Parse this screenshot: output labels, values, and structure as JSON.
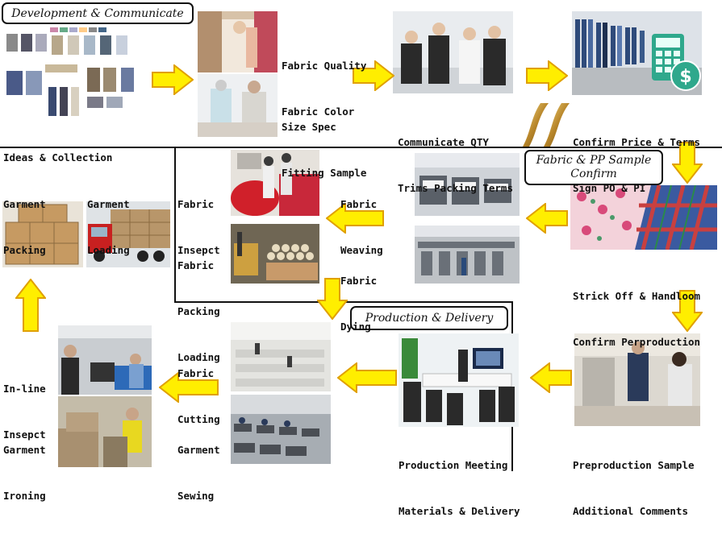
{
  "colors": {
    "arrow_fill": "#ffee00",
    "arrow_stroke": "#e0a000",
    "line": "#111111",
    "background": "#ffffff"
  },
  "sections": {
    "development": {
      "title": "Development & Communicate"
    },
    "fabric_sample": {
      "title_line1": "Fabric & PP Sample",
      "title_line2": "Confirm"
    },
    "production": {
      "title": "Production & Delivery"
    }
  },
  "steps": {
    "ideas": {
      "line1": "Ideas & Collection"
    },
    "fabric_quality": {
      "line1": "Fabric Quality",
      "line2": "Fabric Color"
    },
    "size_spec": {
      "line1": "Size Spec",
      "line2": "Fitting Sample"
    },
    "communicate": {
      "line1": "Communicate QTY",
      "line2": "Trims Packing Terms"
    },
    "confirm_price": {
      "line1": "Confirm Price & Terms",
      "line2": "Sign PO & PI"
    },
    "strick_off": {
      "line1": "Strick Off & Handloom",
      "line2": "Confirm Perproduction"
    },
    "fabric_inspect": {
      "line1": "Fabric",
      "line2": "Insepct"
    },
    "fabric_weaving": {
      "line1": "Fabric",
      "line2": "Weaving"
    },
    "fabric_packing": {
      "line1": "Fabric",
      "line2": "Packing",
      "line3": "Loading"
    },
    "fabric_dying": {
      "line1": "Fabric",
      "line2": "Dying"
    },
    "garment_packing": {
      "line1": "Garment",
      "line2": "Packing"
    },
    "garment_loading": {
      "line1": "Garment",
      "line2": "Loading"
    },
    "inline_inspect": {
      "line1": "In-line",
      "line2": "Insepct"
    },
    "garment_ironing": {
      "line1": "Garment",
      "line2": "Ironing"
    },
    "fabric_cutting": {
      "line1": "Fabric",
      "line2": "Cutting"
    },
    "garment_sewing": {
      "line1": "Garment",
      "line2": "Sewing"
    },
    "production_meeting": {
      "line1": "Production Meeting",
      "line2": "Materials & Delivery"
    },
    "preproduction": {
      "line1": "Preproduction Sample",
      "line2": "Additional Comments"
    }
  }
}
